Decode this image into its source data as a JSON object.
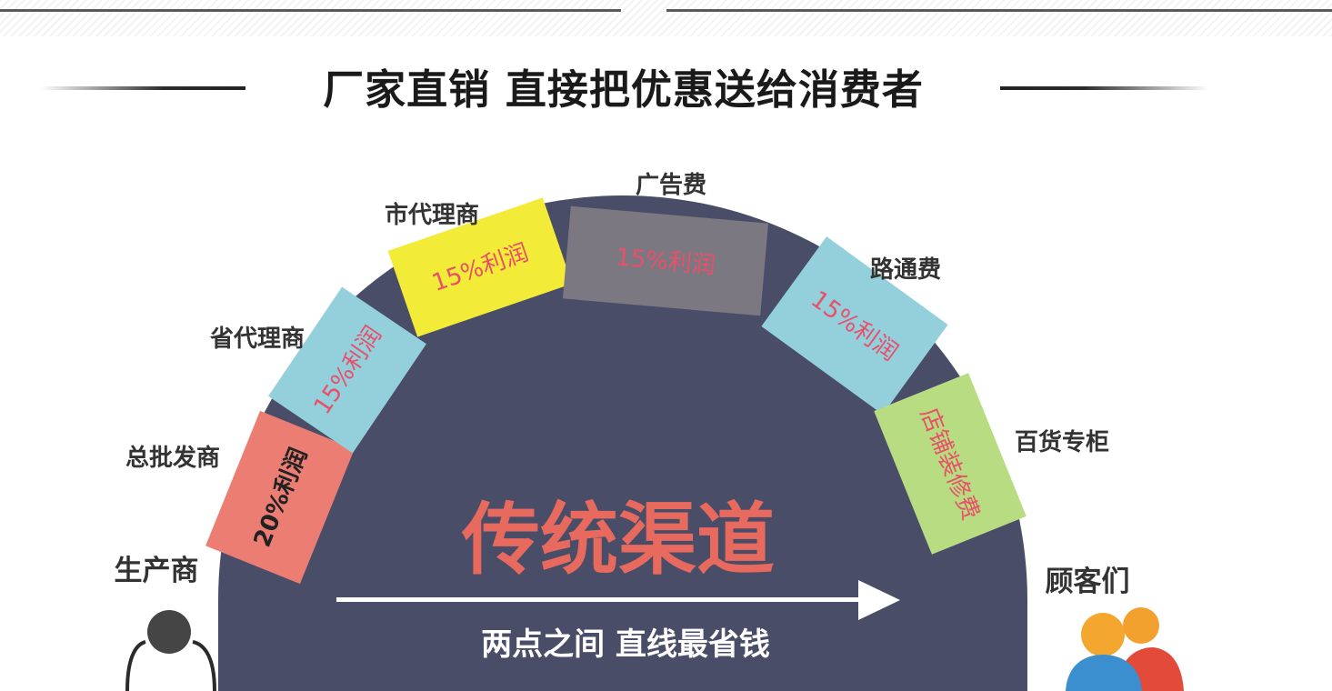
{
  "headline": "厂家直销  直接把优惠送给消费者",
  "producer_label": "生产商",
  "consumer_label": "顾客们",
  "center_title": "传统渠道",
  "center_subtitle": "两点之间 直线最省钱",
  "colors": {
    "dome": "#4a4d67",
    "title": "#e86a5e",
    "segment_text": "#e8506a"
  },
  "channel_stages": [
    {
      "label": "总批发商",
      "value_text": "20%利润",
      "color": "#ec7d72",
      "text_color": "#222222"
    },
    {
      "label": "省代理商",
      "value_text": "15%利润",
      "color": "#93d0dc",
      "text_color": "#e8506a"
    },
    {
      "label": "市代理商",
      "value_text": "15%利润",
      "color": "#f2eb38",
      "text_color": "#e8506a"
    },
    {
      "label": "广告费",
      "value_text": "15%利润",
      "color": "#7b7882",
      "text_color": "#e8506a"
    },
    {
      "label": "路通费",
      "value_text": "15%利润",
      "color": "#93d0dc",
      "text_color": "#e8506a"
    },
    {
      "label": "百货专柜",
      "value_text": "店铺装修费",
      "color": "#b8dc82",
      "text_color": "#e8506a"
    }
  ]
}
